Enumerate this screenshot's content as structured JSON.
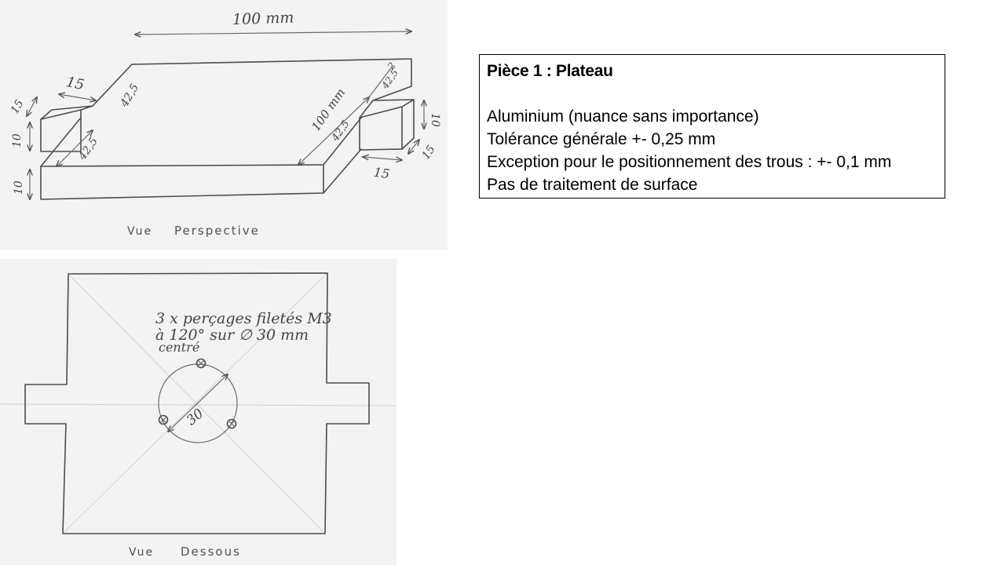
{
  "spec": {
    "title": "Pièce 1 : Plateau",
    "lines": [
      "Aluminium (nuance sans importance)",
      "Tolérance générale +- 0,25 mm",
      "Exception pour le positionnement des trous : +- 0,1 mm",
      "Pas de traitement de surface"
    ]
  },
  "perspective": {
    "caption_prefix": "Vue",
    "caption_name": "Perspective",
    "dims": {
      "top_length": "100 mm",
      "side_length": "100 mm",
      "tab_width_left": "15",
      "tab_width_right": "15",
      "tab_depth_left": "15",
      "tab_depth_right": "15",
      "tab_height_left": "10",
      "tab_height_right": "10",
      "plate_height": "10",
      "offset_a": "42,5",
      "offset_b": "42,5",
      "offset_c": "42,5",
      "offset_d": "42,5",
      "small": "2"
    }
  },
  "bottom": {
    "caption_prefix": "Vue",
    "caption_name": "Dessous",
    "note_line1": "3 x perçages filetés M3",
    "note_line2": "à 120° sur ∅ 30 mm",
    "note_line3": "centré",
    "circle_dim": "30"
  }
}
